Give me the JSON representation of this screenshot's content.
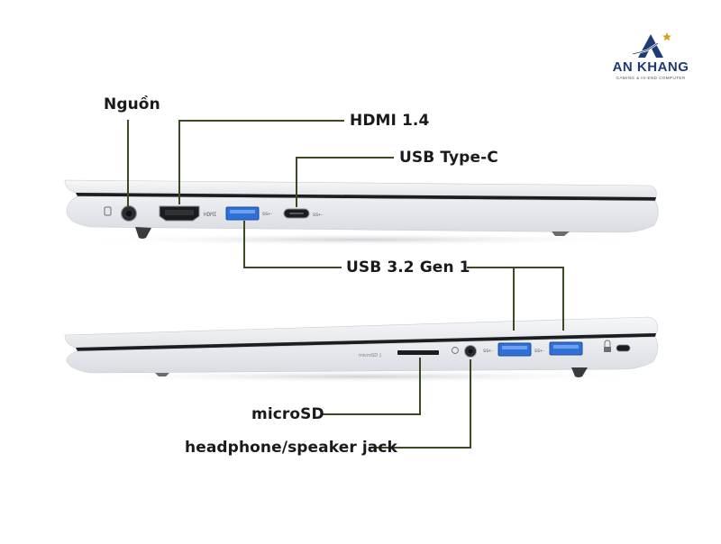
{
  "brand": {
    "name": "AN KHANG",
    "tagline": "GAMING & HI-END COMPUTER",
    "colors": {
      "primary": "#1f3b73",
      "accent": "#d4a017"
    }
  },
  "colors": {
    "leader_line": "#3a4a22",
    "laptop_body": "#e9ebee",
    "usb_port": "#2f6fd6"
  },
  "left_side": {
    "labels": {
      "power": "Nguồn",
      "hdmi": "HDMI 1.4",
      "usb_c": "USB Type-C",
      "usb_a": "USB 3.2 Gen 1"
    }
  },
  "right_side": {
    "labels": {
      "microsd": "microSD",
      "audio": "headphone/speaker jack"
    }
  }
}
